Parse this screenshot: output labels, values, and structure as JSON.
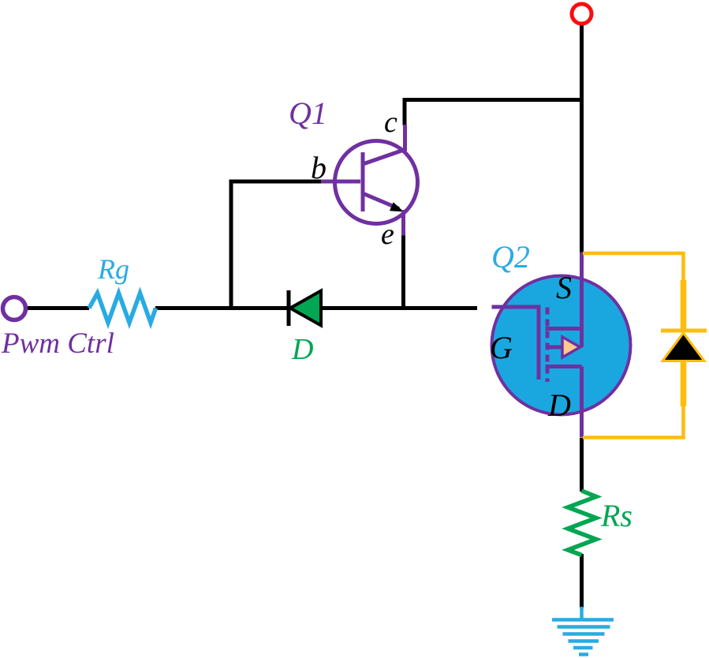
{
  "diagram": {
    "type": "circuit-schematic",
    "labels": {
      "pwm_input": "Pwm Ctrl",
      "gate_resistor": "Rg",
      "transistor": "Q1",
      "transistor_pins": {
        "base": "b",
        "collector": "c",
        "emitter": "e"
      },
      "diode": "D",
      "mosfet": "Q2",
      "mosfet_pins": {
        "source": "S",
        "gate": "G",
        "drain": "D"
      },
      "sense_resistor": "Rs"
    }
  },
  "colors": {
    "background": "#ffffff",
    "wire": "#000000",
    "purple": "#7030a0",
    "cyan": "#29abe2",
    "mosfet_fill": "#1aa7e0",
    "green": "#00a651",
    "orange": "#ffbc0d",
    "peach": "#ffc98f",
    "red": "#fb0d0d"
  }
}
